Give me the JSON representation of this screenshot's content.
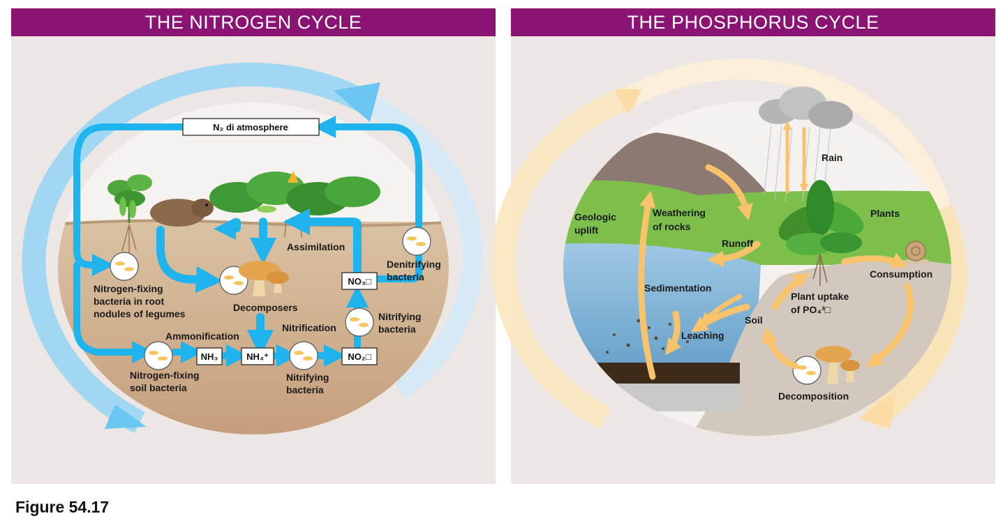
{
  "figure_caption": "Figure 54.17",
  "nitrogen": {
    "title": "THE NITROGEN CYCLE",
    "atmosphere": "N₂ di atmosphere",
    "assimilation": "Assimilation",
    "denitrifying_1": "Denitrifying",
    "denitrifying_2": "bacteria",
    "nfix_root_1": "Nitrogen-fixing",
    "nfix_root_2": "bacteria in root",
    "nfix_root_3": "nodules of legumes",
    "decomposers": "Decomposers",
    "ammonification": "Ammonification",
    "nitrification": "Nitrification",
    "nitrifying_upper_1": "Nitrifying",
    "nitrifying_upper_2": "bacteria",
    "nfix_soil_1": "Nitrogen-fixing",
    "nfix_soil_2": "soil bacteria",
    "nitrifying_lower_1": "Nitrifying",
    "nitrifying_lower_2": "bacteria",
    "nh3": "NH₃",
    "nh4": "NH₄⁺",
    "no2": "NO₂□",
    "no3": "NO₃□"
  },
  "phosphorus": {
    "title": "THE PHOSPHORUS CYCLE",
    "rain": "Rain",
    "plants": "Plants",
    "geologic_1": "Geologic",
    "geologic_2": "uplift",
    "weathering_1": "Weathering",
    "weathering_2": "of rocks",
    "runoff": "Runoff",
    "consumption": "Consumption",
    "sedimentation": "Sedimentation",
    "uptake_1": "Plant uptake",
    "uptake_2": "of PO₄³□",
    "soil": "Soil",
    "leaching": "Leaching",
    "decomposition": "Decomposition"
  },
  "colors": {
    "header": "#8b1374",
    "nitrogen_arrow": "#1fb4ee",
    "phosphorus_arrow": "#f8c36a"
  }
}
